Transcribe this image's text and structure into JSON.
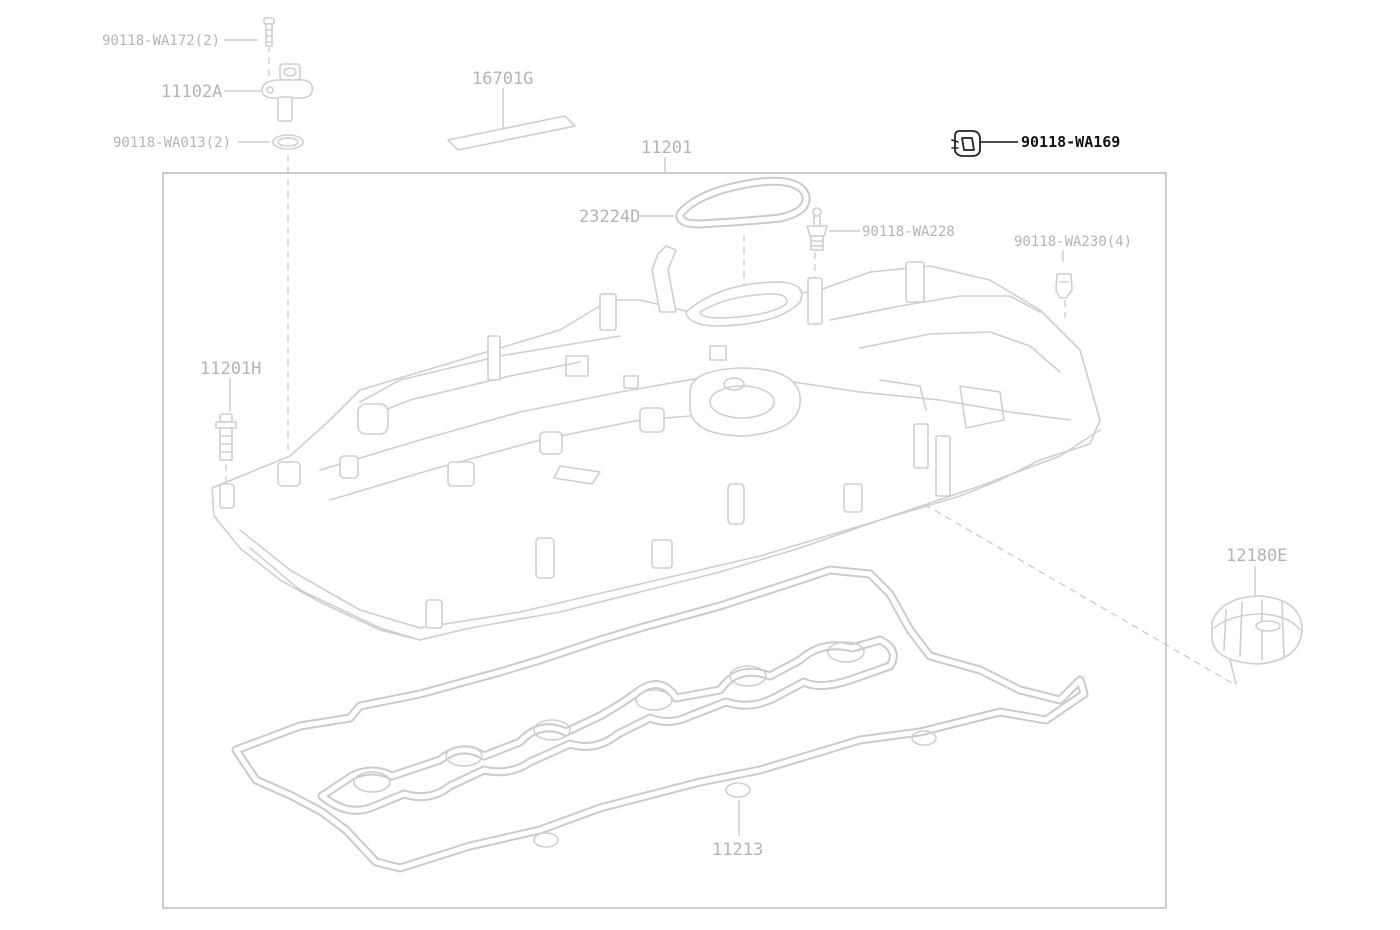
{
  "diagram": {
    "labels": {
      "p90118_wa172": "90118-WA172(2)",
      "p11102a": "11102A",
      "p90118_wa013": "90118-WA013(2)",
      "p16701g": "16701G",
      "p11201": "11201",
      "p90118_wa169": "90118-WA169",
      "p23224d": "23224D",
      "p90118_wa228": "90118-WA228",
      "p90118_wa230": "90118-WA230(4)",
      "p11201h": "11201H",
      "p12180e": "12180E",
      "p11213": "11213"
    },
    "highlighted_part": "90118-WA169",
    "colors": {
      "label_muted": "#b4b4b4",
      "label_active": "#111111",
      "line_art": "#cfcfcf"
    }
  }
}
